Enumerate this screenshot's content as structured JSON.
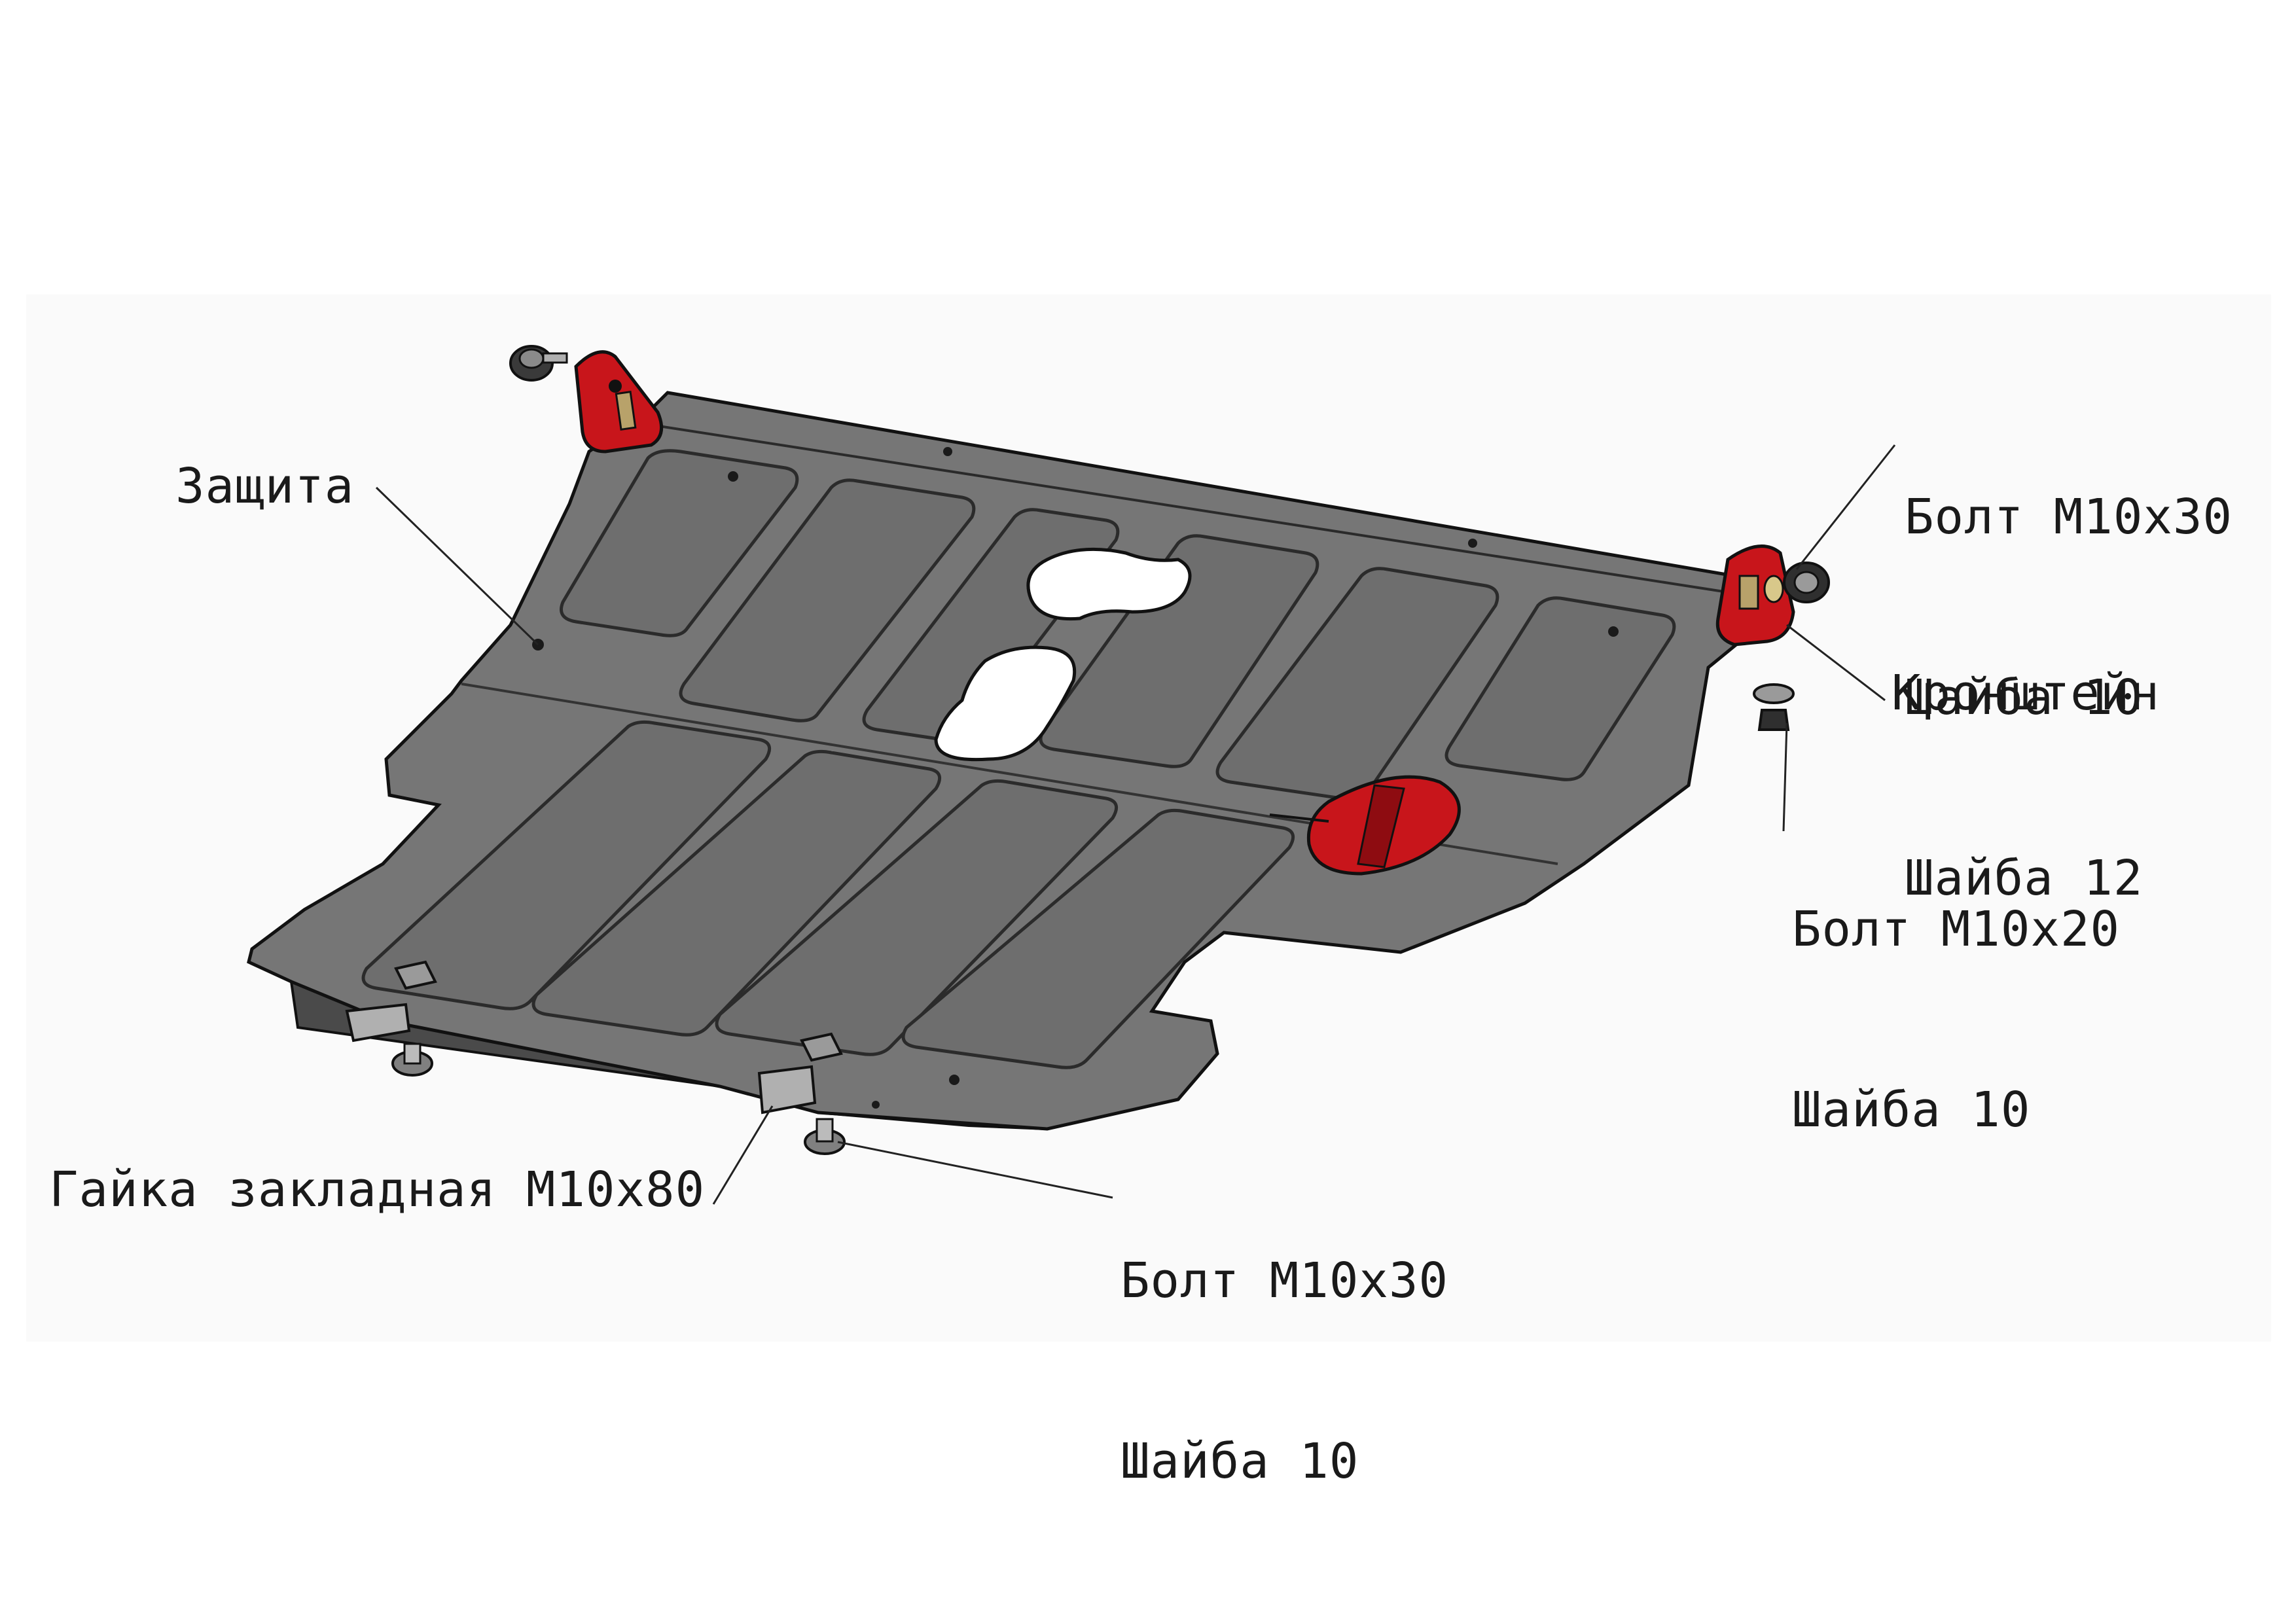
{
  "labels": {
    "zashchita": "Защита",
    "top_right": [
      "Болт М10x30",
      "Шайба 10",
      "Шайба 12"
    ],
    "kronshtein": "Кронштейн",
    "mid_right": [
      "Болт М10x20",
      "Шайба 10"
    ],
    "gaika": "Гайка закладная М10x80",
    "bottom": [
      "Болт М10x30",
      "Шайба 10"
    ]
  },
  "colors": {
    "plate": "#747474",
    "plate_dark": "#5b5b5b",
    "bracket": "#c8151b",
    "line": "#222222"
  }
}
